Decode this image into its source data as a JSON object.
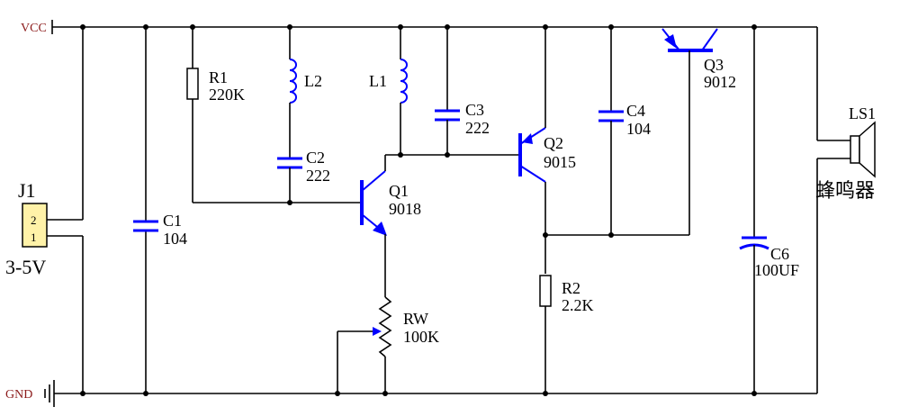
{
  "nets": {
    "vcc": "VCC",
    "gnd": "GND"
  },
  "connector": {
    "ref": "J1",
    "pin_top": "2",
    "pin_bottom": "1",
    "supply": "3-5V"
  },
  "c1": {
    "ref": "C1",
    "value": "104"
  },
  "r1": {
    "ref": "R1",
    "value": "220K"
  },
  "l2": {
    "ref": "L2"
  },
  "l1": {
    "ref": "L1"
  },
  "c2": {
    "ref": "C2",
    "value": "222"
  },
  "c3": {
    "ref": "C3",
    "value": "222"
  },
  "q1": {
    "ref": "Q1",
    "value": "9018"
  },
  "q2": {
    "ref": "Q2",
    "value": "9015"
  },
  "q3": {
    "ref": "Q3",
    "value": "9012"
  },
  "c4": {
    "ref": "C4",
    "value": "104"
  },
  "rw": {
    "ref": "RW",
    "value": "100K"
  },
  "r2": {
    "ref": "R2",
    "value": "2.2K"
  },
  "c6": {
    "ref": "C6",
    "value": "100UF"
  },
  "ls1": {
    "ref": "LS1",
    "name": "蜂鸣器"
  },
  "colors": {
    "component": "#0000ff",
    "wire": "#000000",
    "net_label": "#8b1a1a",
    "connector_fill": "#fff2a8"
  }
}
